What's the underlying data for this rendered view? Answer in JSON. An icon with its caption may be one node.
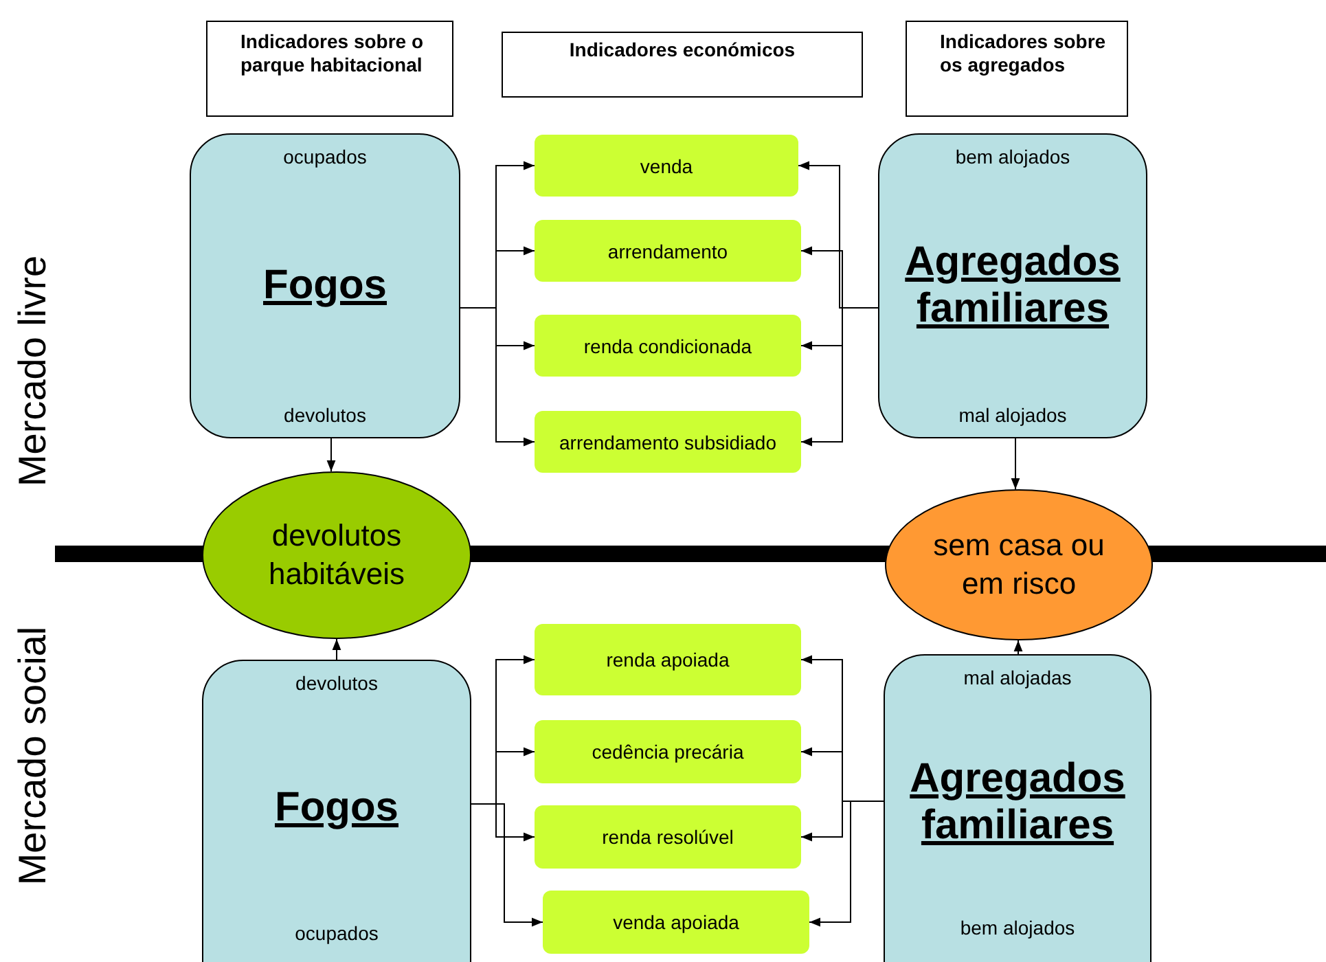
{
  "diagram": {
    "nodes": [
      {
        "text": [
          "Indicadores sobre o parque habitacional"
        ]
      },
      {
        "text": [
          "Indicadores económicos"
        ]
      },
      {
        "text": [
          "Indicadores sobre os agregados"
        ]
      },
      {
        "text": [
          "ocupados",
          "Fogos",
          "devolutos"
        ]
      },
      {
        "text": [
          "venda"
        ]
      },
      {
        "text": [
          "arrendamento"
        ]
      },
      {
        "text": [
          "renda condicionada"
        ]
      },
      {
        "text": [
          "arrendamento subsidiado"
        ]
      },
      {
        "text": [
          "bem alojados",
          "Agregados familiares",
          "mal alojados"
        ]
      },
      {
        "text": [
          "devolutos habitáveis"
        ]
      },
      {
        "text": [
          "sem casa ou em risco"
        ]
      },
      {
        "text": [
          "devolutos",
          "Fogos",
          "ocupados"
        ]
      },
      {
        "text": [
          "renda apoiada"
        ]
      },
      {
        "text": [
          "cedência precária"
        ]
      },
      {
        "text": [
          "renda resolúvel"
        ]
      },
      {
        "text": [
          "venda apoiada"
        ]
      },
      {
        "text": [
          "mal alojadas",
          "Agregados familiares",
          "bem alojados"
        ]
      }
    ],
    "edges": [
      {
        "from": 3,
        "to": 4,
        "arrow": "to"
      },
      {
        "from": 3,
        "to": 5,
        "arrow": "to"
      },
      {
        "from": 3,
        "to": 6,
        "arrow": "to"
      },
      {
        "from": 3,
        "to": 7,
        "arrow": "to"
      },
      {
        "from": 8,
        "to": 4,
        "arrow": "to"
      },
      {
        "from": 8,
        "to": 5,
        "arrow": "to"
      },
      {
        "from": 8,
        "to": 6,
        "arrow": "to"
      },
      {
        "from": 8,
        "to": 7,
        "arrow": "to"
      },
      {
        "from": 3,
        "to": 9,
        "arrow": "to"
      },
      {
        "from": 8,
        "to": 10,
        "arrow": "to"
      },
      {
        "from": 11,
        "to": 9,
        "arrow": "to"
      },
      {
        "from": 16,
        "to": 10,
        "arrow": "to"
      },
      {
        "from": 11,
        "to": 12,
        "arrow": "to"
      },
      {
        "from": 11,
        "to": 13,
        "arrow": "to"
      },
      {
        "from": 11,
        "to": 14,
        "arrow": "to"
      },
      {
        "from": 11,
        "to": 15,
        "arrow": "to"
      },
      {
        "from": 16,
        "to": 12,
        "arrow": "to"
      },
      {
        "from": 16,
        "to": 13,
        "arrow": "to"
      },
      {
        "from": 16,
        "to": 14,
        "arrow": "to"
      },
      {
        "from": 16,
        "to": 15,
        "arrow": "to"
      }
    ],
    "labels": [
      "Mercado livre",
      "Mercado social"
    ]
  }
}
